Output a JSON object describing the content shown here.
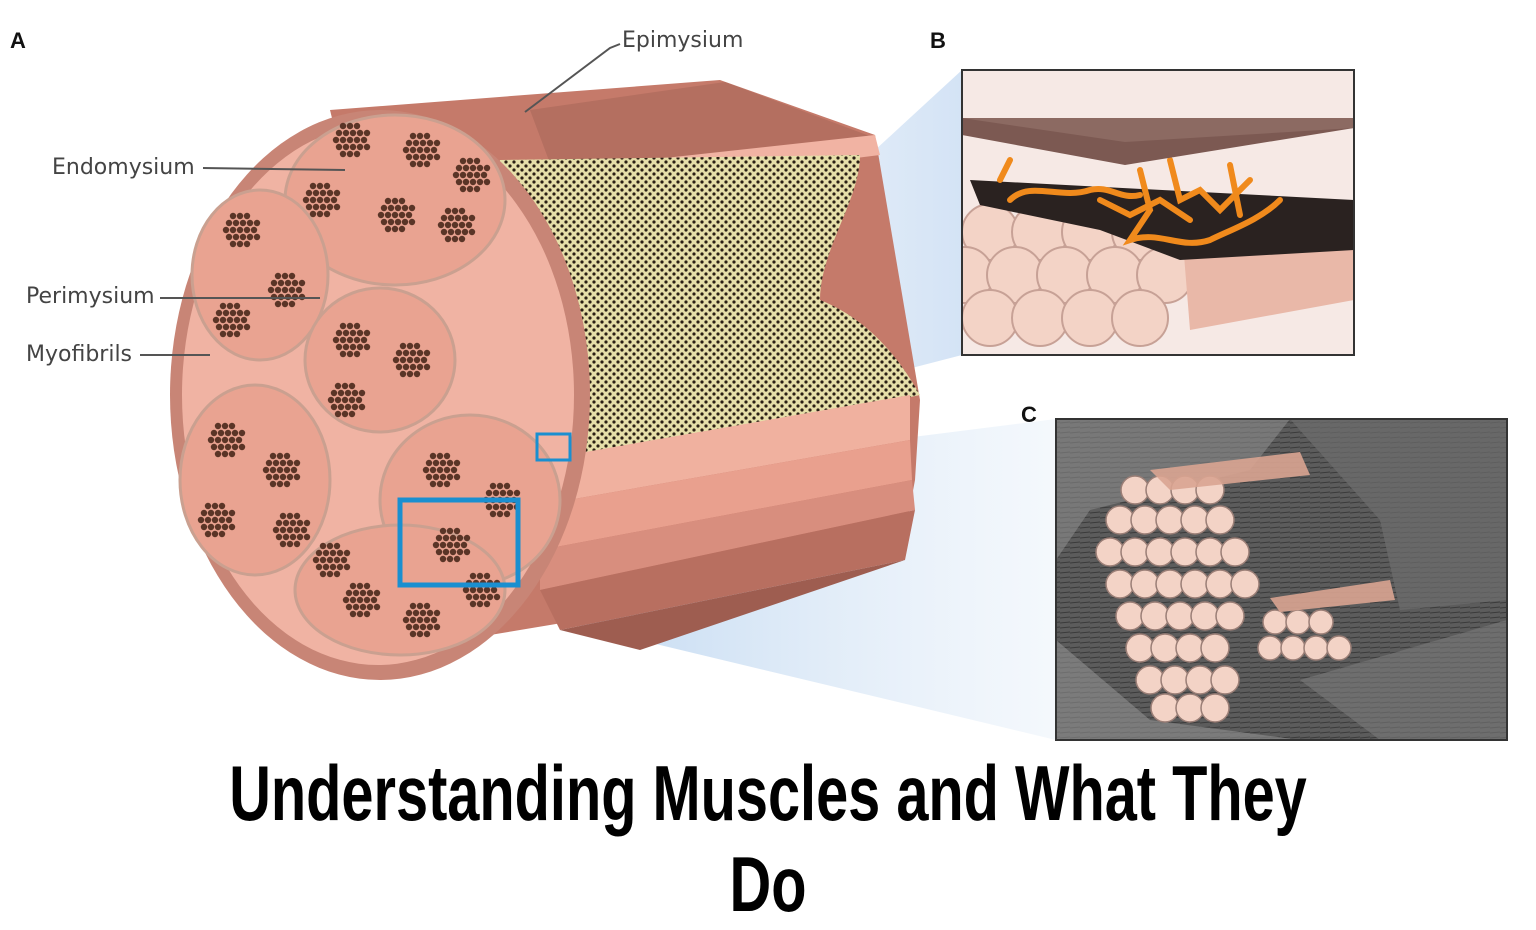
{
  "panels": {
    "a": "A",
    "b": "B",
    "c": "C"
  },
  "labels": {
    "epimysium": "Epimysium",
    "endomysium": "Endomysium",
    "perimysium": "Perimysium",
    "myofibrils": "Myofibrils"
  },
  "title": "Understanding Muscles and What They Do",
  "colors": {
    "muscle": "#d88e7e",
    "muscle_light": "#f0b8a8",
    "fascicle_dot": "#5a3527",
    "highlight": "#1a8fd0",
    "scaffold": "#7c5952",
    "fiber_glue": "#f08a1c"
  }
}
